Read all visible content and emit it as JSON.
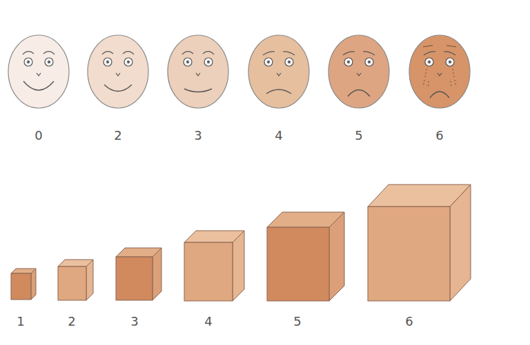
{
  "diagram": {
    "labels": [
      "0",
      "2",
      "3",
      "4",
      "5",
      "6",
      "1",
      "2",
      "3",
      "4",
      "5",
      "6"
    ]
  }
}
